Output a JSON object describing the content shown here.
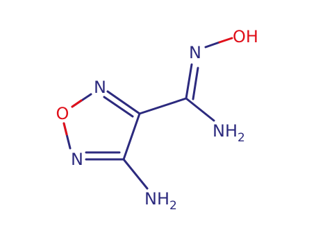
{
  "molecule": {
    "atoms": {
      "n_ring_top": {
        "element": "N",
        "label": "N"
      },
      "o_ring": {
        "element": "O",
        "label": "O"
      },
      "n_ring_bottom": {
        "element": "N",
        "label": "N"
      },
      "n_oxime": {
        "element": "N",
        "label": "N"
      },
      "hydroxyl": {
        "element": "O",
        "label": "OH"
      },
      "amidine_nh2": {
        "element": "N",
        "label": "NH",
        "subscript": "2"
      },
      "amino_nh2": {
        "element": "N",
        "label": "NH",
        "subscript": "2"
      }
    },
    "colors": {
      "nitrogen": "#2c2a7e",
      "oxygen": "#e0101a",
      "bond": "#2c2a7e"
    }
  }
}
